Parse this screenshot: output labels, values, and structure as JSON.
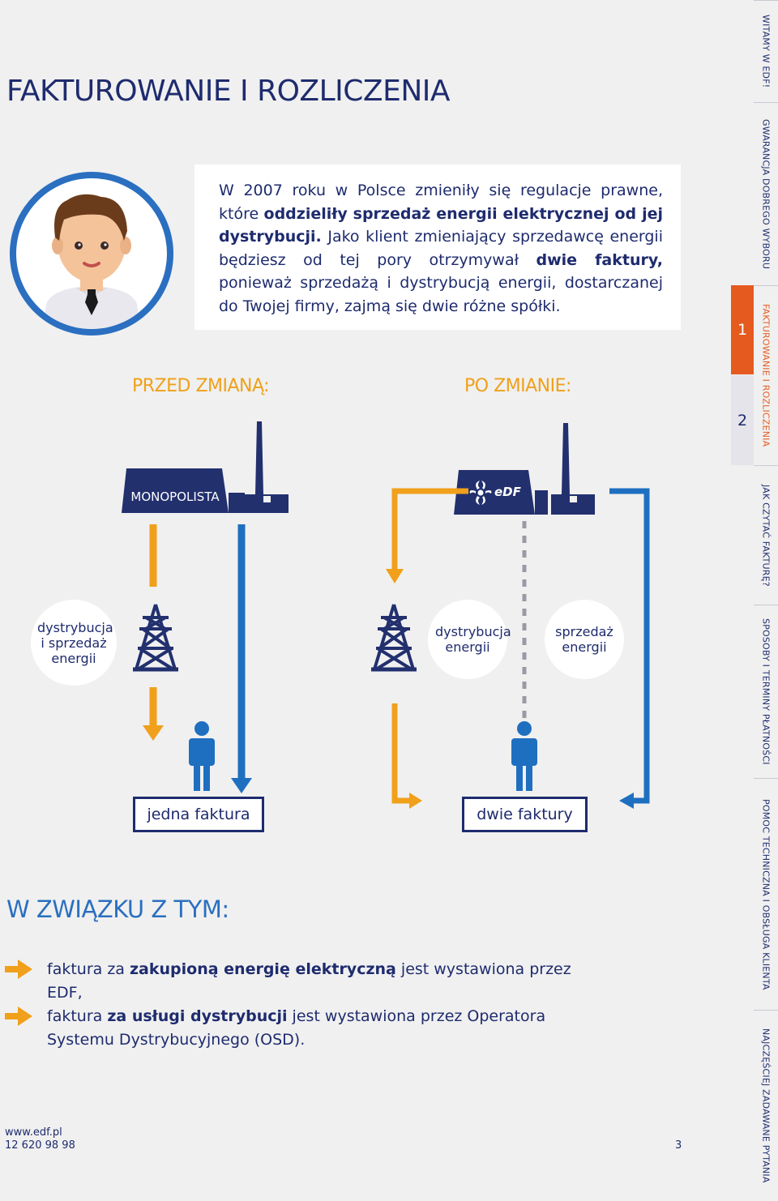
{
  "page": {
    "title": "FAKTUROWANIE I ROZLICZENIA",
    "page_number": "3"
  },
  "intro": {
    "p1": "W 2007 roku w Polsce zmieniły się regulacje prawne, które ",
    "b1": "oddzieliły sprzedaż energii elektrycznej od jej dystrybucji.",
    "p2": " Jako klient zmieniający sprzedawcę energii będziesz od tej pory otrzymywał ",
    "b2": "dwie faktury,",
    "p3": " ponieważ sprzedażą i dystrybucją energii, dostarczanej do Twojej firmy, zajmą się dwie różne spółki."
  },
  "diagram": {
    "before_heading": "PRZED ZMIANĄ:",
    "after_heading": "PO ZMIANIE:",
    "monopolist_label": "MONOPOLISTA",
    "edf_logo_text": "eDF",
    "before_circle": "dystrybucja i sprzedaż energii",
    "after_circle_distribution": "dystrybucja energii",
    "after_circle_sale": "sprzedaż energii",
    "one_invoice": "jedna faktura",
    "two_invoices": "dwie faktury",
    "colors": {
      "orange": "#f0a01a",
      "blue": "#1f6fc0",
      "navy": "#22306e",
      "sidebar_accent": "#e55a1e"
    }
  },
  "consequences": {
    "heading": "W ZWIĄZKU Z TYM:",
    "b1_pre": "faktura za ",
    "b1_bold": "zakupioną energię elektryczną",
    "b1_post": " jest wystawiona przez EDF,",
    "b2_pre": "faktura ",
    "b2_bold": "za usługi dystrybucji",
    "b2_post": " jest wystawiona przez Operatora Systemu Dystrybucyjnego (OSD).",
    "bullet_icon": "arrow-right-icon"
  },
  "footer": {
    "website": "www.edf.pl",
    "phone": "12 620 98 98"
  },
  "sidebar": {
    "items": [
      "WITAMY W EDF!",
      "GWARANCJA DOBREGO WYBORU",
      "FAKTUROWANIE I ROZLICZENIA",
      "JAK CZYTAĆ FAKTURĘ?",
      "SPOSOBY I TERMINY PŁATNOŚCI",
      "POMOC TECHNICZNA I OBSŁUGA KLIENTA",
      "NAJCZĘŚCIEJ ZADAWANE PYTANIA"
    ],
    "tabs": [
      "1",
      "2"
    ]
  }
}
